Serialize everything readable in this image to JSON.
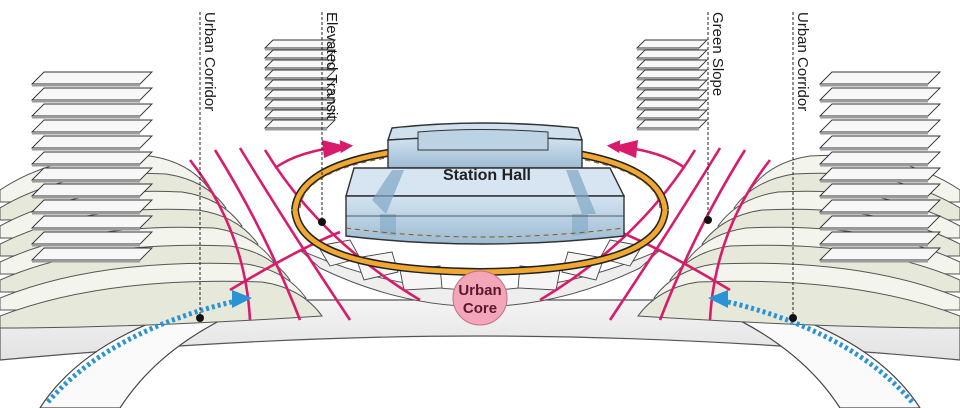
{
  "diagram": {
    "labels": {
      "urban_corridor_left": "Urban Corridor",
      "elevated_transit": "Elevated Transit",
      "green_slope": "Green Slope",
      "urban_corridor_right": "Urban Corridor",
      "station_hall": "Station Hall",
      "urban_core_line1": "Urban",
      "urban_core_line2": "Core"
    },
    "colors": {
      "flow_magenta": "#d81b6a",
      "pedestrian_blue": "#2a93d5",
      "transit_ring": "#f0a830",
      "station_fill": "#b9d3e6",
      "urban_core_fill": "#f2a6b8",
      "green_terrace": "#e4e6d8"
    }
  }
}
